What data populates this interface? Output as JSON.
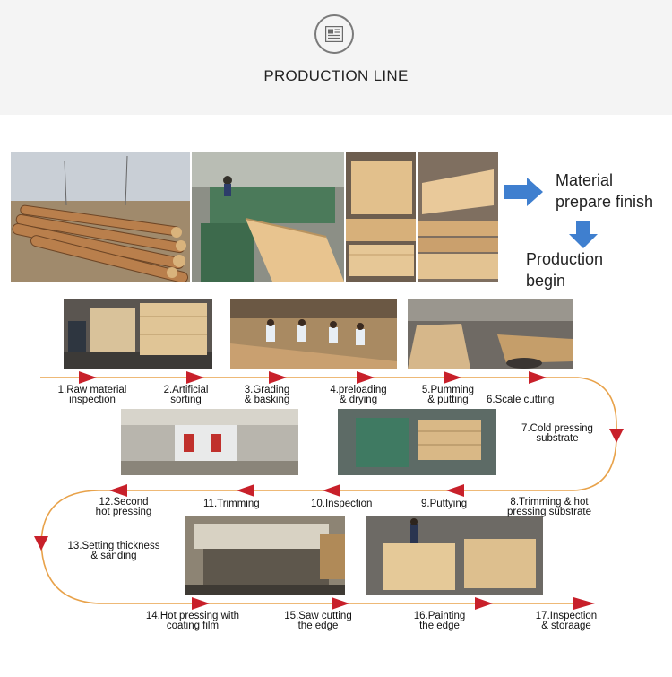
{
  "header": {
    "title": "PRODUCTION LINE",
    "icon": "document-icon"
  },
  "top_labels": {
    "material": [
      "Material",
      "prepare finish"
    ],
    "production": [
      "Production",
      "begin"
    ]
  },
  "colors": {
    "flow_line": "#e8a24a",
    "arrow": "#c8202a",
    "blue_arrow": "#3f7fcf",
    "header_bg": "#f4f4f4"
  },
  "steps": [
    {
      "id": 1,
      "lines": [
        "1.Raw material",
        "inspection"
      ]
    },
    {
      "id": 2,
      "lines": [
        "2.Artificial",
        "sorting"
      ]
    },
    {
      "id": 3,
      "lines": [
        "3.Grading",
        "& basking"
      ]
    },
    {
      "id": 4,
      "lines": [
        "4.preloading",
        "& drying"
      ]
    },
    {
      "id": 5,
      "lines": [
        "5.Pumming",
        "& putting"
      ]
    },
    {
      "id": 6,
      "lines": [
        "6.Scale cutting"
      ]
    },
    {
      "id": 7,
      "lines": [
        "7.Cold pressing",
        "substrate"
      ]
    },
    {
      "id": 8,
      "lines": [
        "8.Trimming & hot",
        "pressing substrate"
      ]
    },
    {
      "id": 9,
      "lines": [
        "9.Puttying"
      ]
    },
    {
      "id": 10,
      "lines": [
        "10.Inspection"
      ]
    },
    {
      "id": 11,
      "lines": [
        "11.Trimming"
      ]
    },
    {
      "id": 12,
      "lines": [
        "12.Second",
        "hot pressing"
      ]
    },
    {
      "id": 13,
      "lines": [
        "13.Setting thickness",
        "& sanding"
      ]
    },
    {
      "id": 14,
      "lines": [
        "14.Hot pressing with",
        "coating film"
      ]
    },
    {
      "id": 15,
      "lines": [
        "15.Saw cutting",
        "the edge"
      ]
    },
    {
      "id": 16,
      "lines": [
        "16.Painting",
        "the edge"
      ]
    },
    {
      "id": 17,
      "lines": [
        "17.Inspection",
        "& storaage"
      ]
    }
  ]
}
